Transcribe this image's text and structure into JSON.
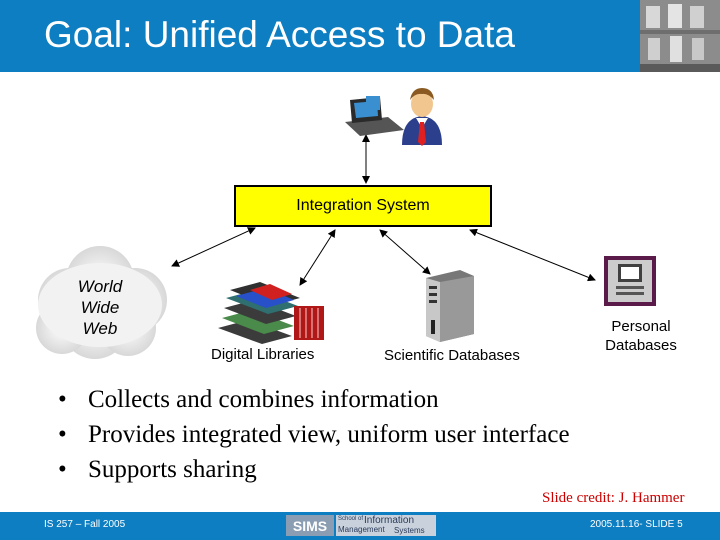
{
  "slide": {
    "title": "Goal: Unified Access to Data",
    "colors": {
      "title_bar": "#0d7ec1",
      "integration_box": "#ffff00",
      "credit": "#cc0000"
    }
  },
  "diagram": {
    "user_icons": [
      "computer-icon",
      "person-icon"
    ],
    "integration_label": "Integration System",
    "sources": {
      "web": {
        "lines": [
          "World",
          "Wide",
          "Web"
        ],
        "icon": "cloud-shape"
      },
      "libraries": {
        "label": "Digital Libraries",
        "icon": "books-icon"
      },
      "scientific": {
        "label": "Scientific Databases",
        "icon": "server-tower-icon"
      },
      "personal": {
        "lines": [
          "Personal",
          "Databases"
        ],
        "icon": "terminal-icon"
      }
    }
  },
  "bullets": [
    "Collects and combines information",
    "Provides integrated view, uniform user interface",
    "Supports sharing"
  ],
  "credit": "Slide credit: J. Hammer",
  "footer": {
    "left": "IS 257 – Fall 2005",
    "logo_main": "SIMS",
    "logo_small1": "School of",
    "logo_small2": "Management",
    "logo_big1": "Information",
    "logo_big2": "Systems",
    "right": "2005.11.16- SLIDE 5"
  }
}
